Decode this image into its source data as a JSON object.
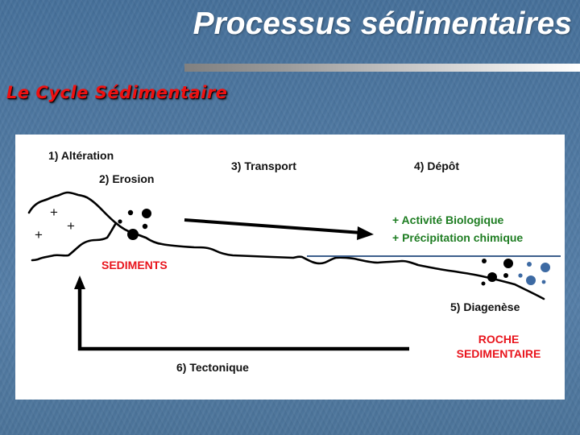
{
  "slide": {
    "title": "Processus sédimentaires",
    "subtitle": "Le Cycle Sédimentaire"
  },
  "diagram": {
    "steps": {
      "alteration": "1) Altération",
      "erosion": "2) Erosion",
      "transport": "3) Transport",
      "depot": "4) Dépôt",
      "diagenese": "5) Diagenèse",
      "tectonique": "6) Tectonique"
    },
    "annotations": {
      "sediments": "SEDIMENTS",
      "roche_line1": "ROCHE",
      "roche_line2": "SEDIMENTAIRE",
      "bio": "+ Activité Biologique",
      "chem": "+ Précipitation chimique"
    },
    "rock_symbols": [
      "+",
      "+",
      "+"
    ],
    "colors": {
      "background": "#4f78a0",
      "title": "#ffffff",
      "subtitle": "#ee1111",
      "red_label": "#e8141c",
      "green_label": "#1e7d22",
      "water_line": "#3d5f8c",
      "blue_particles": "#3d6aa3",
      "black_particles": "#000000"
    }
  }
}
